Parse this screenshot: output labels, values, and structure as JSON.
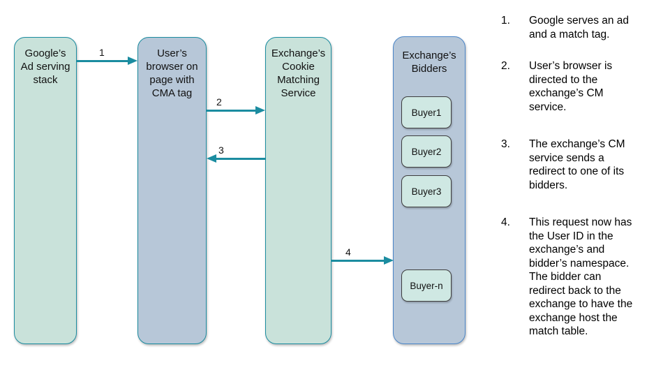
{
  "diagram": {
    "lanes": [
      {
        "label": "Google’s\nAd serving\nstack"
      },
      {
        "label": "User’s\nbrowser on\npage with\nCMA tag"
      },
      {
        "label": "Exchange’s\nCookie\nMatching\nService"
      },
      {
        "label": "Exchange’s\nBidders"
      }
    ],
    "buyers": [
      {
        "label": "Buyer1"
      },
      {
        "label": "Buyer2"
      },
      {
        "label": "Buyer3"
      },
      {
        "label": "Buyer-n"
      }
    ],
    "arrows": [
      {
        "label": "1"
      },
      {
        "label": "2"
      },
      {
        "label": "3"
      },
      {
        "label": "4"
      }
    ]
  },
  "steps": [
    {
      "number": "1.",
      "text": "Google serves an ad\nand a match tag."
    },
    {
      "number": "2.",
      "text": "User’s browser is\ndirected to the\nexchange’s CM\nservice."
    },
    {
      "number": "3.",
      "text": "The exchange’s CM\nservice sends a\nredirect to one of its\nbidders."
    },
    {
      "number": "4.",
      "text": "This request now has\nthe User ID in the\nexchange’s and\nbidder’s namespace.\nThe bidder can\nredirect back to the\nexchange to have the\nexchange host the\nmatch table."
    }
  ],
  "colors": {
    "teal_fill": "#c9e2da",
    "blue_fill": "#b7c7d8",
    "teal_border": "#1b8ca0",
    "blue_border": "#4b86c8",
    "buyer_fill": "#cfe8e3",
    "buyer_border": "#3d3d3d",
    "arrow": "#1b8ca0",
    "text": "#000000"
  }
}
